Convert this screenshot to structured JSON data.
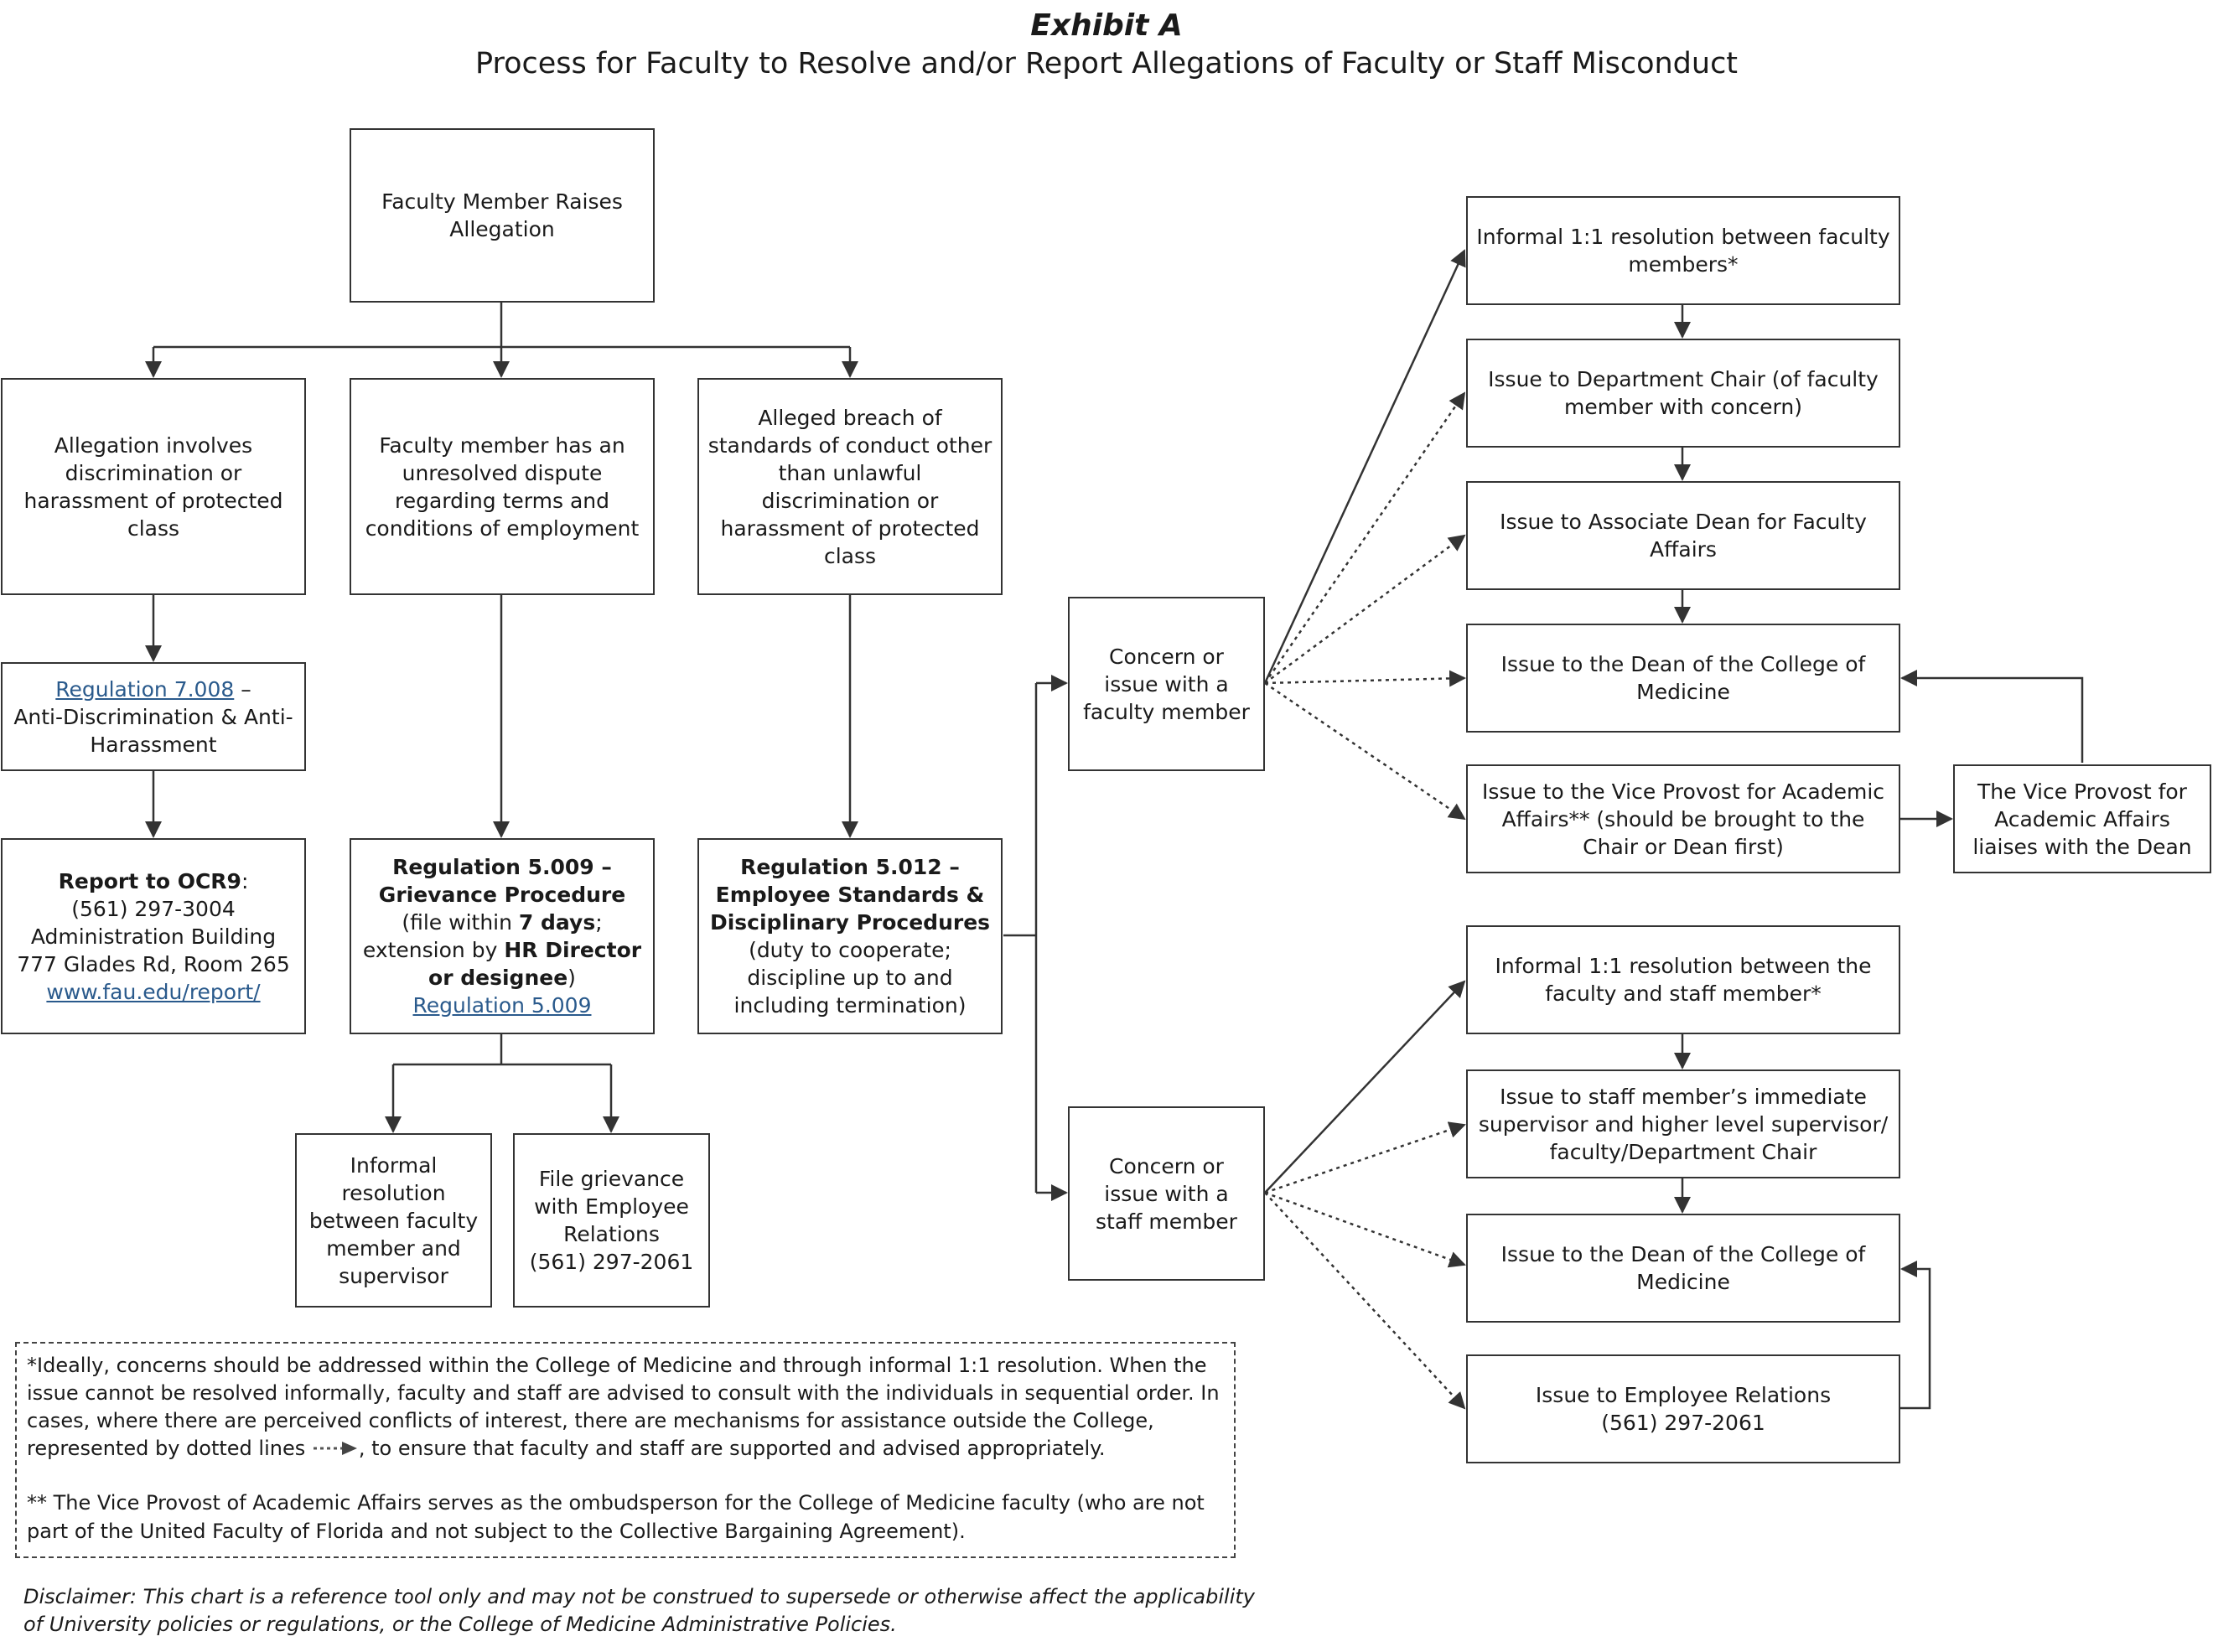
{
  "title": "Exhibit A",
  "subtitle": "Process for Faculty to Resolve and/or Report Allegations of Faculty or Staff Misconduct",
  "root": {
    "label": "Faculty Member Raises Allegation"
  },
  "branches": {
    "discrimination": "Allegation involves discrimination or harassment of protected class",
    "dispute": "Faculty member has an unresolved dispute regarding terms and conditions of employment",
    "conduct": "Alleged breach of standards of conduct other than unlawful discrimination or harassment of protected class"
  },
  "reg7008": {
    "link": "Regulation 7.008",
    "dash": " –",
    "rest": "Anti-Discrimination & Anti-Harassment"
  },
  "ocr9": {
    "bold": "Report to OCR9",
    "colon": ":",
    "phone": "(561) 297-3004",
    "building": "Administration Building",
    "address": "777 Glades Rd, Room 265",
    "url": "www.fau.edu/report/"
  },
  "reg5009": {
    "bold1": "Regulation 5.009 – Grievance Procedure",
    "text1": " (file within ",
    "bold2": "7 days",
    "text2": "; extension by ",
    "bold3": "HR Director or designee",
    "text3": ")",
    "link": "Regulation 5.009"
  },
  "reg5012": {
    "bold": "Regulation 5.012 – Employee Standards & Disciplinary Procedures",
    "rest": " (duty to cooperate; discipline up to and including termination)"
  },
  "grievance_outcomes": {
    "informal": "Informal resolution between faculty member and supervisor",
    "file": "File grievance with Employee Relations",
    "phone": "(561) 297-2061"
  },
  "concerns": {
    "faculty": "Concern or issue with a faculty member",
    "staff": "Concern or issue with a staff member"
  },
  "faculty_path": [
    "Informal 1:1 resolution between faculty members*",
    "Issue to Department Chair (of faculty member with concern)",
    "Issue to Associate Dean for Faculty Affairs",
    "Issue to the Dean of the College of Medicine",
    "Issue to the Vice Provost for Academic Affairs** (should be brought to the Chair or Dean first)"
  ],
  "vice_provost_note": "The Vice Provost for Academic Affairs liaises with the Dean",
  "staff_path": [
    "Informal 1:1 resolution between the faculty and staff member*",
    "Issue to staff member’s immediate supervisor and higher level supervisor/ faculty/Department Chair",
    "Issue to the Dean of the College of Medicine",
    "Issue to Employee Relations"
  ],
  "employee_relations_phone": "(561) 297-2061",
  "footnote": {
    "p1a": "*Ideally, concerns should be addressed within the College of Medicine and through informal 1:1 resolution. When the issue cannot be resolved informally, faculty and staff are advised to consult with the individuals in sequential order. In cases, where there are perceived conflicts of interest, there are mechanisms for assistance outside the College, represented by dotted lines",
    "p1b": ", to ensure that faculty and staff are supported and advised appropriately.",
    "p2": "** The Vice Provost of Academic Affairs serves as the ombudsperson for the College of Medicine faculty (who are not part of the United Faculty of Florida and not subject to the Collective Bargaining Agreement)."
  },
  "disclaimer": "Disclaimer: This chart is a reference tool only and may not be construed to supersede or otherwise affect the applicability of University policies or regulations, or the College of Medicine Administrative Policies.",
  "colors": {
    "line": "#333333",
    "link": "#2a5a8c",
    "box_border": "#333333"
  }
}
